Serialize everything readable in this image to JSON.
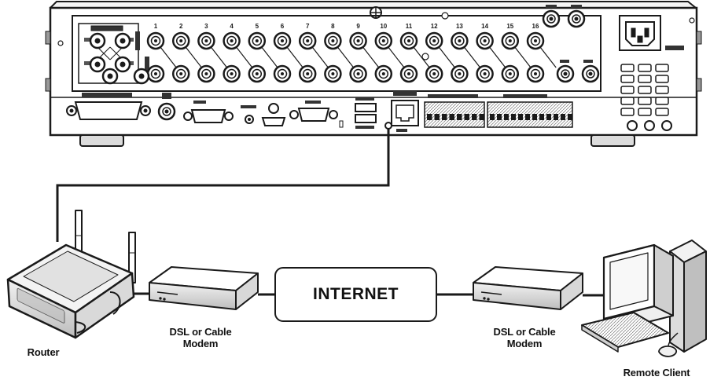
{
  "diagram": {
    "nodes": {
      "dvr": {
        "icon": "dvr-rear-panel-icon",
        "channels": [
          "1",
          "2",
          "3",
          "4",
          "5",
          "6",
          "7",
          "8",
          "9",
          "10",
          "11",
          "12",
          "13",
          "14",
          "15",
          "16"
        ]
      },
      "router": {
        "icon": "router-icon",
        "label": "Router"
      },
      "modem_left": {
        "icon": "modem-icon",
        "label_line1": "DSL or Cable",
        "label_line2": "Modem"
      },
      "internet": {
        "label": "INTERNET"
      },
      "modem_right": {
        "icon": "modem-icon",
        "label_line1": "DSL or Cable",
        "label_line2": "Modem"
      },
      "client": {
        "icon": "desktop-computer-icon",
        "label": "Remote Client"
      }
    },
    "edges": [
      {
        "from": "dvr",
        "to": "router"
      },
      {
        "from": "router",
        "to": "modem_left"
      },
      {
        "from": "modem_left",
        "to": "internet"
      },
      {
        "from": "internet",
        "to": "modem_right"
      },
      {
        "from": "modem_right",
        "to": "client"
      }
    ],
    "colors": {
      "line": "#1a1a1a",
      "fill": "#ffffff",
      "shade": "#cfcfcf"
    }
  }
}
